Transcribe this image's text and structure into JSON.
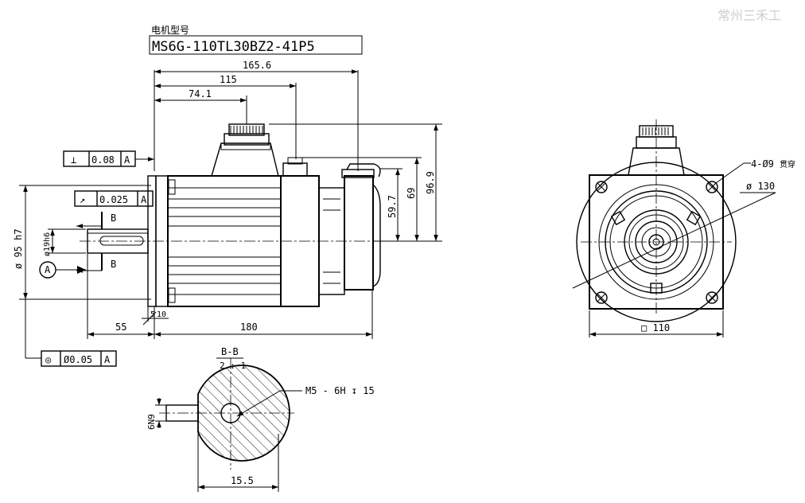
{
  "header": {
    "watermark": "常州三禾工",
    "model_title": "电机型号",
    "model_code": "MS6G-110TL30BZ2-41P5"
  },
  "side_view": {
    "dims": {
      "overall_length": "165.6",
      "connector2_pos": "115",
      "connector1_pos": "74.1",
      "body_length": "180",
      "shaft_length": "55",
      "flange_thk": "5",
      "spigot": "10",
      "height_total": "96.9",
      "height_69": "69",
      "height_59": "59.7",
      "pilot_dia": "ø 95 h7",
      "shaft_dia": "ø19h6"
    },
    "tolerances": {
      "perpendicularity": {
        "symbol": "⊥",
        "value": "0.08",
        "datum": "A"
      },
      "runout": {
        "symbol": "↗",
        "value": "0.025",
        "datum": "A"
      },
      "concentricity": {
        "symbol": "◎",
        "value": "Ø0.05",
        "datum": "A"
      }
    },
    "datum_label": "A",
    "section_mark": "B"
  },
  "front_view": {
    "holes_note": "4-Ø9",
    "holes_note_suffix": "贯穿",
    "bolt_circle": "ø 130",
    "flange_square": "□ 110"
  },
  "section_view": {
    "title": "B-B",
    "scale": "2 : 1",
    "key_width": "6N9",
    "thread_note": "M5 - 6H ↧ 15",
    "key_depth": "15.5"
  }
}
